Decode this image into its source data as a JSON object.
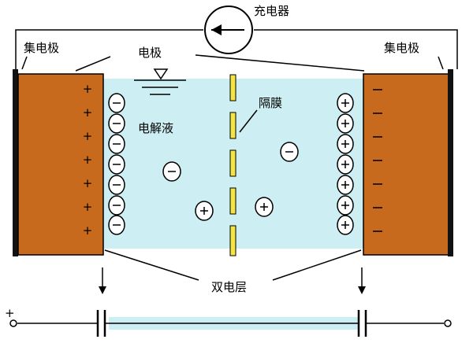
{
  "labels": {
    "charger": "充电器",
    "collector_left": "集电极",
    "collector_right": "集电极",
    "electrode": "电极",
    "electrolyte": "电解液",
    "separator": "隔膜",
    "double_layer": "双电层",
    "terminal_plus": "+"
  },
  "signs": {
    "plus": "+",
    "minus": "−"
  },
  "colors": {
    "electrode": "#c86a1e",
    "electrolyte": "#cdeef2",
    "separator": "#f4e542",
    "collector": "#111111"
  },
  "icons": {
    "charger": "charger-arrow-icon",
    "ground": "electrolyte-level-icon"
  }
}
